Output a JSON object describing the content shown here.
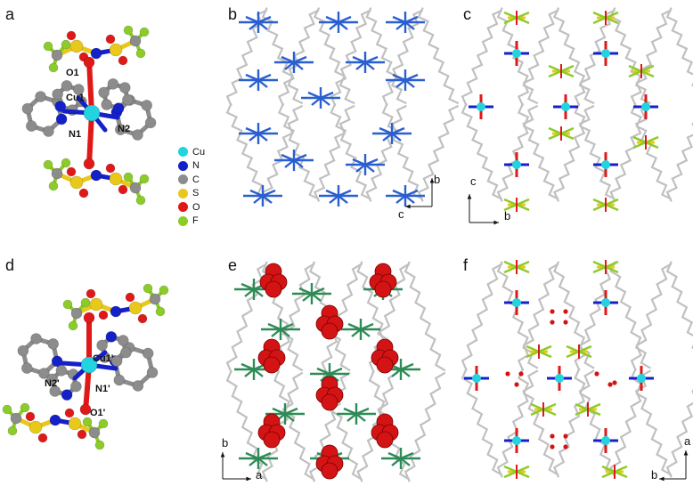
{
  "panels": [
    {
      "id": "a",
      "label": "a"
    },
    {
      "id": "b",
      "label": "b"
    },
    {
      "id": "c",
      "label": "c"
    },
    {
      "id": "d",
      "label": "d"
    },
    {
      "id": "e",
      "label": "e"
    },
    {
      "id": "f",
      "label": "f"
    }
  ],
  "atom_labels_a": {
    "o1": "O1",
    "cu1": "Cu1",
    "n1": "N1",
    "n2": "N2"
  },
  "atom_labels_d": {
    "cu1p": "Cu1'",
    "n2p": "N2'",
    "n1p": "N1'",
    "o1p": "O1'"
  },
  "legend": [
    {
      "symbol": "Cu",
      "color": "#22d3e0"
    },
    {
      "symbol": "N",
      "color": "#1420c8"
    },
    {
      "symbol": "C",
      "color": "#8c8c8c"
    },
    {
      "symbol": "S",
      "color": "#e8c81a"
    },
    {
      "symbol": "O",
      "color": "#e01818"
    },
    {
      "symbol": "F",
      "color": "#8ccc28"
    }
  ],
  "axes": {
    "b": {
      "vertical": "b",
      "horizontal": "c"
    },
    "c": {
      "vertical": "c",
      "horizontal": "b"
    },
    "e": {
      "vertical": "b",
      "horizontal": "a"
    },
    "f": {
      "vertical": "a",
      "horizontal": "b"
    }
  },
  "colors": {
    "framework": "#c0c0c0",
    "guest_blue": "#2a5fcf",
    "guest_green": "#2e8b57",
    "solvent_red": "#d41414"
  }
}
